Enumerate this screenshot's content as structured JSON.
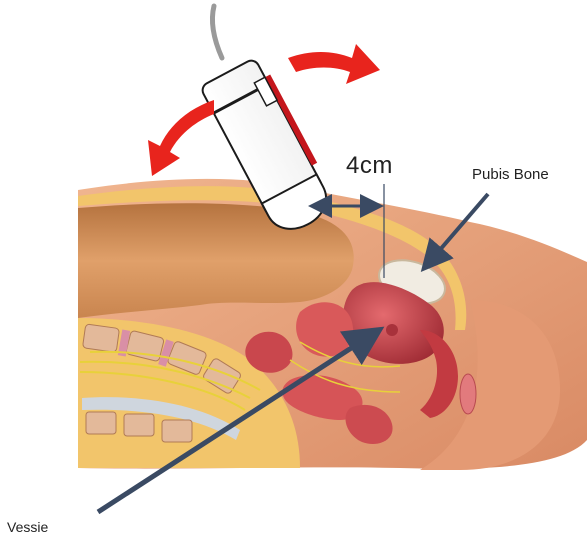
{
  "labels": {
    "distance": "4cm",
    "pubis": "Pubis Bone",
    "bladder": "Vessie"
  },
  "colors": {
    "rotation_arrows": "#e8241d",
    "pointer_arrows": "#3a4a63",
    "skin": "#e8a17c",
    "fat_layer": "#f2c56b",
    "abdominal_cavity": "#d88c55",
    "bladder": "#c8414c",
    "intestine": "#d9595a",
    "pubic_bone": "#f1ece2",
    "probe_accent": "#c4161c"
  },
  "icons": [
    "ultrasound-probe-icon",
    "rotate-left-arrow-icon",
    "rotate-right-arrow-icon"
  ]
}
